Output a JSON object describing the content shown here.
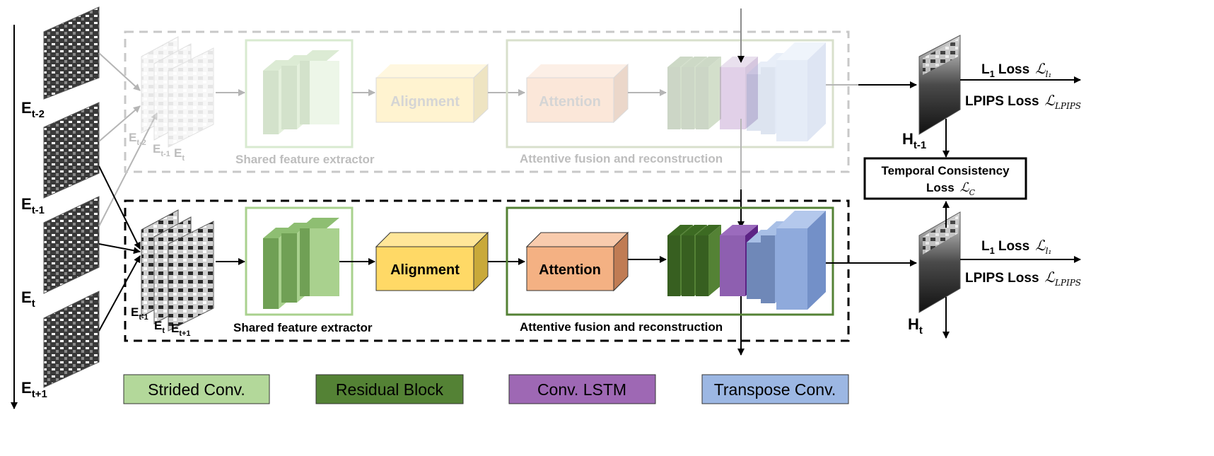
{
  "time_axis": {
    "inputs": [
      {
        "main": "E",
        "sub": "t-2"
      },
      {
        "main": "E",
        "sub": "t-1"
      },
      {
        "main": "E",
        "sub": "t"
      },
      {
        "main": "E",
        "sub": "t+1"
      }
    ]
  },
  "prev_branch": {
    "stack_labels": [
      {
        "main": "E",
        "sub": "t-2"
      },
      {
        "main": "E",
        "sub": "t-1"
      },
      {
        "main": "E",
        "sub": "t"
      }
    ],
    "extractor_caption": "Shared feature extractor",
    "alignment_label": "Alignment",
    "attention_label": "Attention",
    "fusion_caption": "Attentive fusion and reconstruction",
    "output": {
      "main": "H",
      "sub": "t-1"
    }
  },
  "curr_branch": {
    "stack_labels": [
      {
        "main": "E",
        "sub": "t-1"
      },
      {
        "main": "E",
        "sub": "t"
      },
      {
        "main": "E",
        "sub": "t+1"
      }
    ],
    "extractor_caption": "Shared feature extractor",
    "alignment_label": "Alignment",
    "attention_label": "Attention",
    "fusion_caption": "Attentive fusion and reconstruction",
    "output": {
      "main": "H",
      "sub": "t"
    }
  },
  "losses": {
    "l1_main": "L",
    "l1_sub": "1",
    "l1_word": "Loss",
    "l1_symbol": "ℒ",
    "l1_symbol_sub": "l₁",
    "lpips_label": "LPIPS Loss",
    "lpips_symbol": "ℒ",
    "lpips_symbol_sub": "LPIPS",
    "temporal_line1": "Temporal Consistency",
    "temporal_line2": "Loss",
    "temporal_symbol": "ℒ",
    "temporal_symbol_sub": "C"
  },
  "legend": [
    {
      "label": "Strided Conv.",
      "color": "#b3d89a"
    },
    {
      "label": "Residual Block",
      "color": "#548235"
    },
    {
      "label": "Conv. LSTM",
      "color": "#9e68b4"
    },
    {
      "label": "Transpose Conv.",
      "color": "#9cb7e3"
    }
  ],
  "colors": {
    "alignment": "#ffd966",
    "attention": "#f4b183",
    "strided": "#a9d18e",
    "residual": "#548235",
    "lstm": "#7030a0",
    "transpose": "#8faadc",
    "frame_box": "#548235"
  }
}
